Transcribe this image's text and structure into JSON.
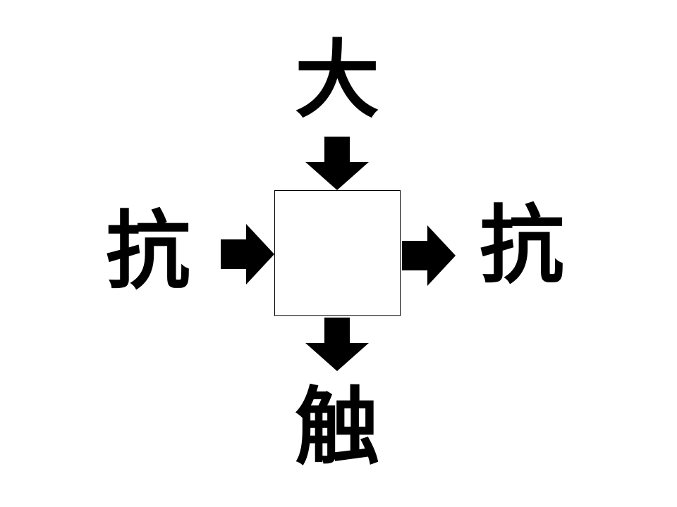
{
  "puzzle": {
    "top_kanji": "大",
    "left_kanji": "抗",
    "right_kanji": "抗",
    "bottom_kanji": "触",
    "answer": ""
  },
  "colors": {
    "ink": "#000000",
    "background": "#ffffff"
  },
  "icons": {
    "arrow_top": "arrow-down-icon",
    "arrow_left": "arrow-right-icon",
    "arrow_right": "arrow-right-icon",
    "arrow_bottom": "arrow-down-icon"
  }
}
